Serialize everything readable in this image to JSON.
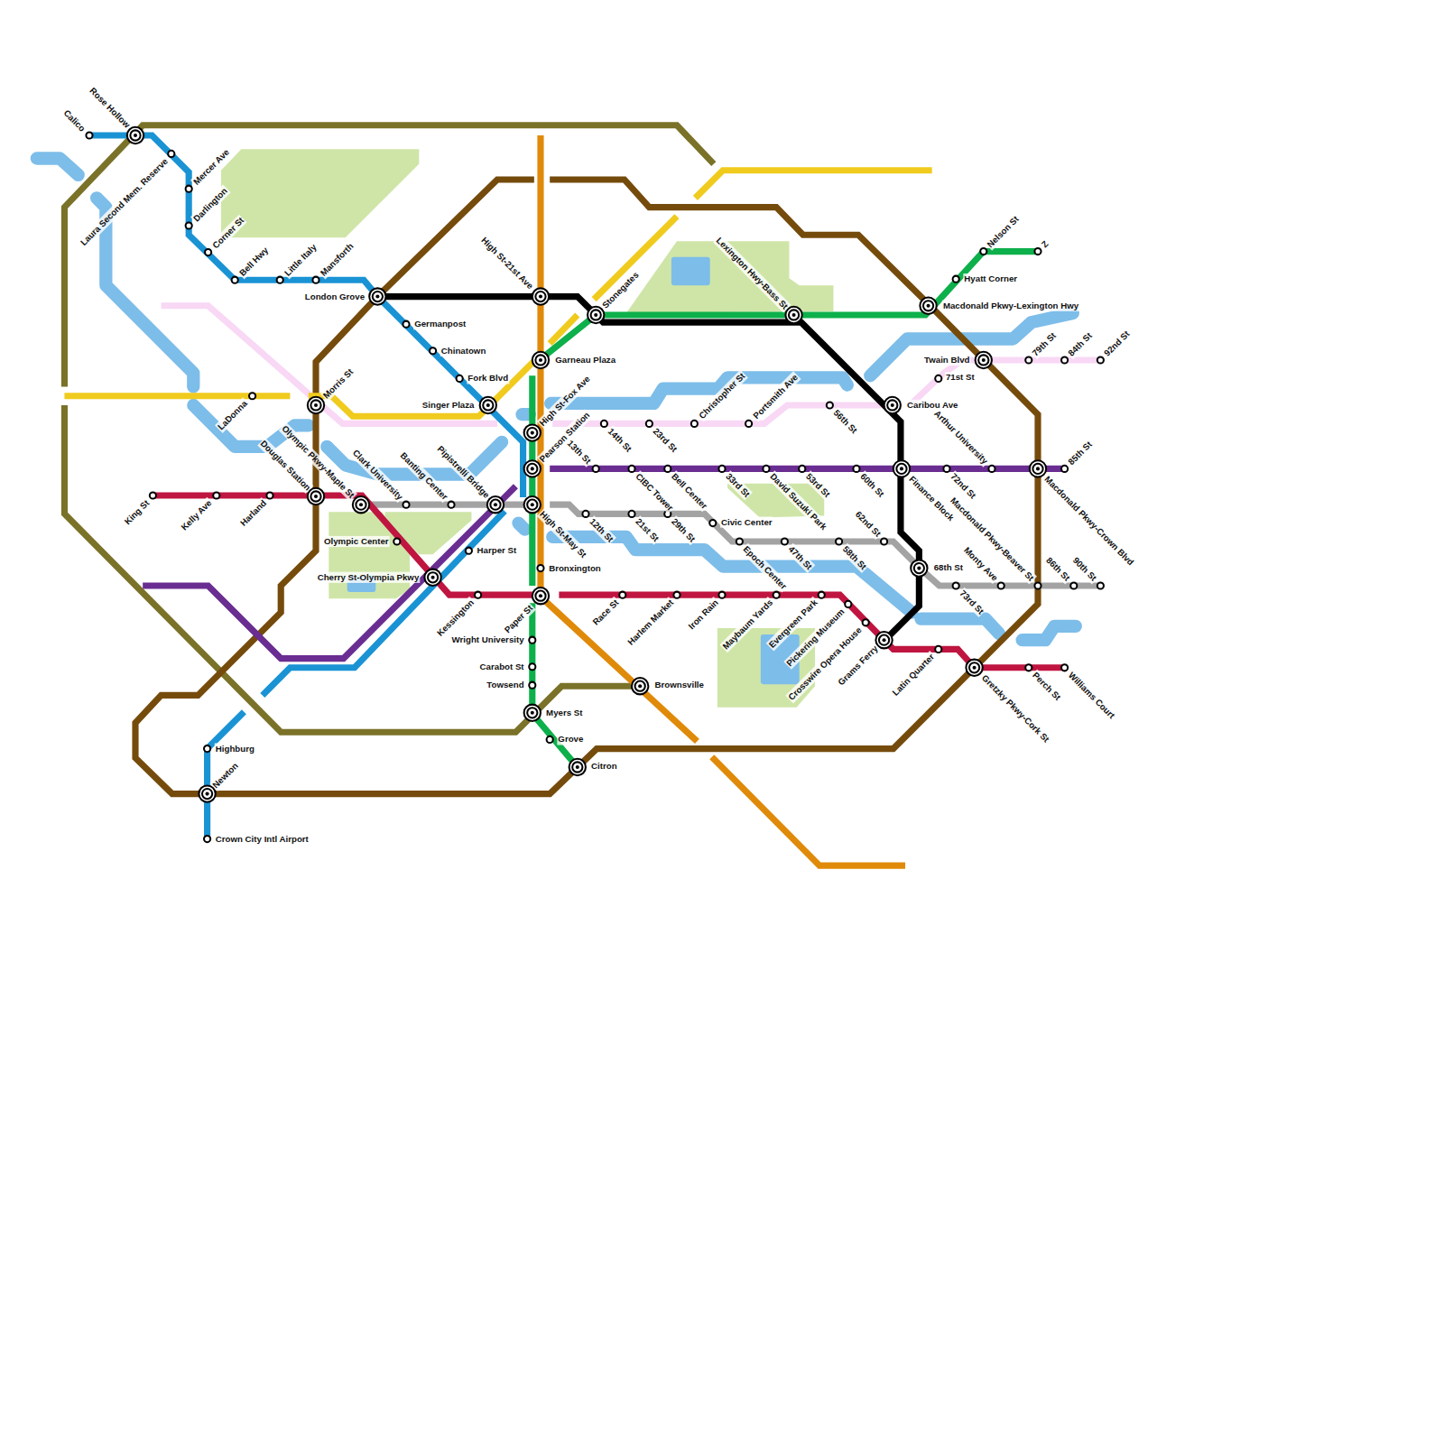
{
  "diagram": {
    "labels": [
      "Calico",
      "Rose Hollow",
      "Mercer Ave",
      "Laura Second Mem. Reserve",
      "Darlington",
      "Corner St",
      "Bell Hwy",
      "Little Italy",
      "Mansforth",
      "London Grove",
      "Germanpost",
      "Chinatown",
      "Fork Blvd",
      "Singer Plaza",
      "LaDonna",
      "Morris St",
      "Olympic Pkwy-Maple St",
      "Douglas Station",
      "Clark University",
      "Banting Center",
      "Pipistrelli Bridge",
      "King St",
      "Kelly Ave",
      "Harland",
      "Olympic Center",
      "Harper St",
      "Cherry St-Olympia Pkwy",
      "Kessington",
      "Highburg",
      "Newton",
      "Crown City Intl Airport",
      "High St-21st Ave",
      "Stonegates",
      "Garneau Plaza",
      "High St-Fox Ave",
      "Pearson Station",
      "High St-May St",
      "Bronxington",
      "Paper St",
      "Wright University",
      "Carabot St",
      "Towsend",
      "Myers St",
      "Grove",
      "Citron",
      "Brownsville",
      "14th St",
      "23rd St",
      "Christopher St",
      "Portsmith Ave",
      "56th St",
      "13th St",
      "CIBC Tower",
      "Bell Center",
      "33rd St",
      "David Suzuki Park",
      "53rd St",
      "60th St",
      "12th St",
      "21st St",
      "29th St",
      "Civic Center",
      "Epoch Center",
      "47th St",
      "58th St",
      "62nd St",
      "Race St",
      "Harlem Market",
      "Iron Rain",
      "Maybaum Yards",
      "Evergreen Park",
      "Pickering Museum",
      "Crosswire Opera House",
      "Grams Ferry",
      "Lexington Hwy-Bass St",
      "Macdonald Pkwy-Lexington Hwy",
      "Hyatt Corner",
      "Nelson St",
      "Z",
      "Caribou Ave",
      "Twain Blvd",
      "71st St",
      "79th St",
      "84th St",
      "92nd St",
      "Arthur University",
      "Finance Block",
      "72nd St",
      "Macdonald Pkwy-Crown Blvd",
      "85th St",
      "68th St",
      "73rd St",
      "Monty Ave",
      "Macdonald Pkwy-Beaver St",
      "86th St",
      "90th St",
      "Latin Quarter",
      "Gretzky Pkwy-Cork St",
      "Perch St",
      "Williams Court"
    ]
  }
}
